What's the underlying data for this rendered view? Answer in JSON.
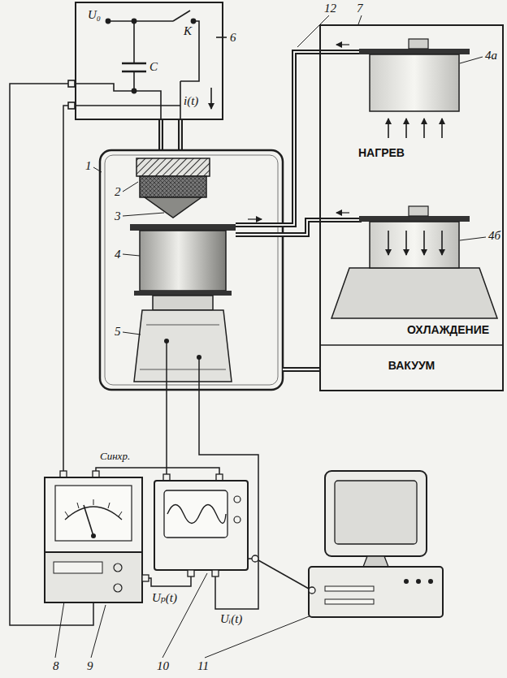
{
  "diagram": {
    "nodes": [
      {
        "text": [
          "U₀",
          "K",
          "C",
          "i(t)"
        ]
      },
      {
        "text": [
          "ВАКУУМ"
        ]
      }
    ],
    "labels": [
      "6",
      "12",
      "7",
      "4а",
      "1",
      "2",
      "3",
      "НАГРЕВ",
      "4",
      "4б",
      "ОХЛАЖДЕНИЕ",
      "5",
      "Синхр.",
      "Uₚ(t)",
      "Uᵢ(t)",
      "8",
      "9",
      "10",
      "11"
    ]
  }
}
